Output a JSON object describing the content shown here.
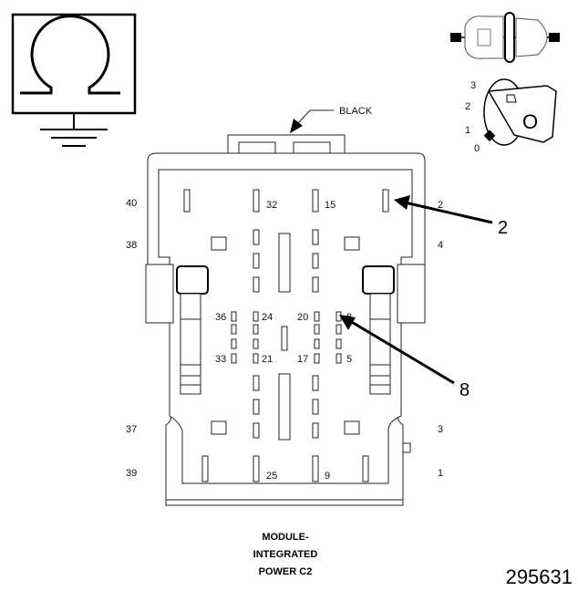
{
  "wire_color_label": "BLACK",
  "cavity_labels": {
    "c40": "40",
    "c32": "32",
    "c15": "15",
    "c2": "2",
    "c38": "38",
    "c4": "4",
    "c36": "36",
    "c24": "24",
    "c20": "20",
    "c8": "8",
    "c33": "33",
    "c21": "21",
    "c17": "17",
    "c5": "5",
    "c37": "37",
    "c3": "3",
    "c39": "39",
    "c25": "25",
    "c9": "9",
    "c1": "1"
  },
  "callouts": {
    "callout_2": "2",
    "callout_8": "8"
  },
  "ignition_switch": {
    "pos3": "3",
    "pos2": "2",
    "pos1": "1",
    "pos0": "0",
    "key_letter": "O"
  },
  "connector_title": {
    "line1": "MODULE-",
    "line2": "INTEGRATED",
    "line3": "POWER C2"
  },
  "figure_number": "295631"
}
